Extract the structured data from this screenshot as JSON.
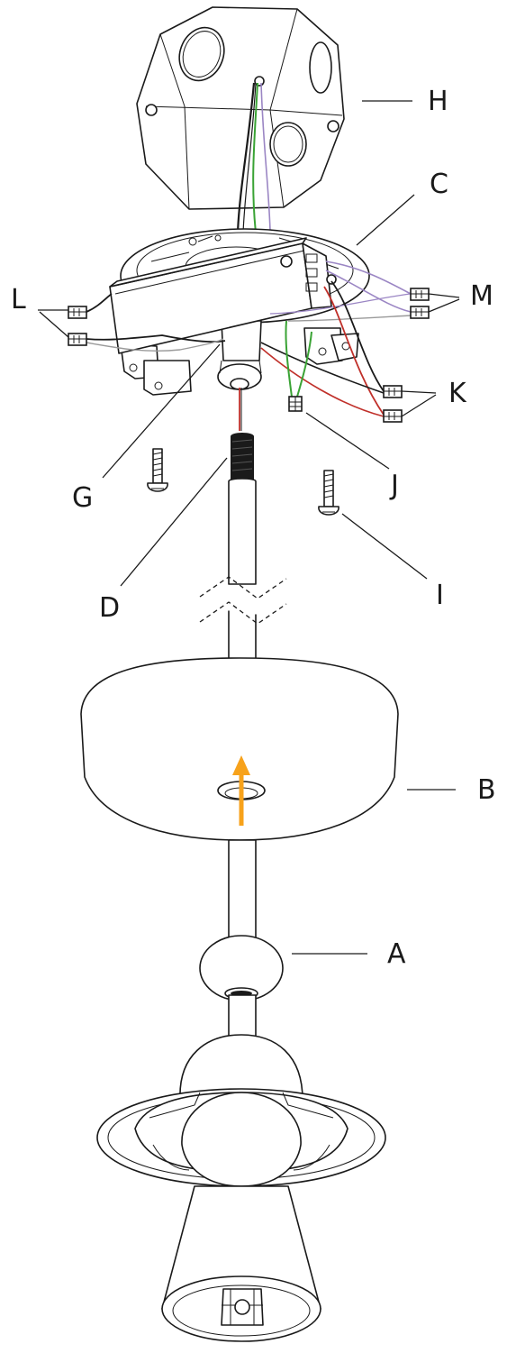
{
  "labels": {
    "A": "A",
    "B": "B",
    "C": "C",
    "D": "D",
    "G": "G",
    "H": "H",
    "I": "I",
    "J": "J",
    "K": "K",
    "L": "L",
    "M": "M"
  },
  "colors": {
    "line": "#1a1a1a",
    "wire_green": "#3aa335",
    "wire_red": "#c0302a",
    "wire_purple": "#9b86c4",
    "wire_gray": "#9a9a9a",
    "arrow": "#f7a21b"
  },
  "icons": [
    "up-arrow-icon",
    "wire-connector-icon",
    "screw-icon"
  ]
}
